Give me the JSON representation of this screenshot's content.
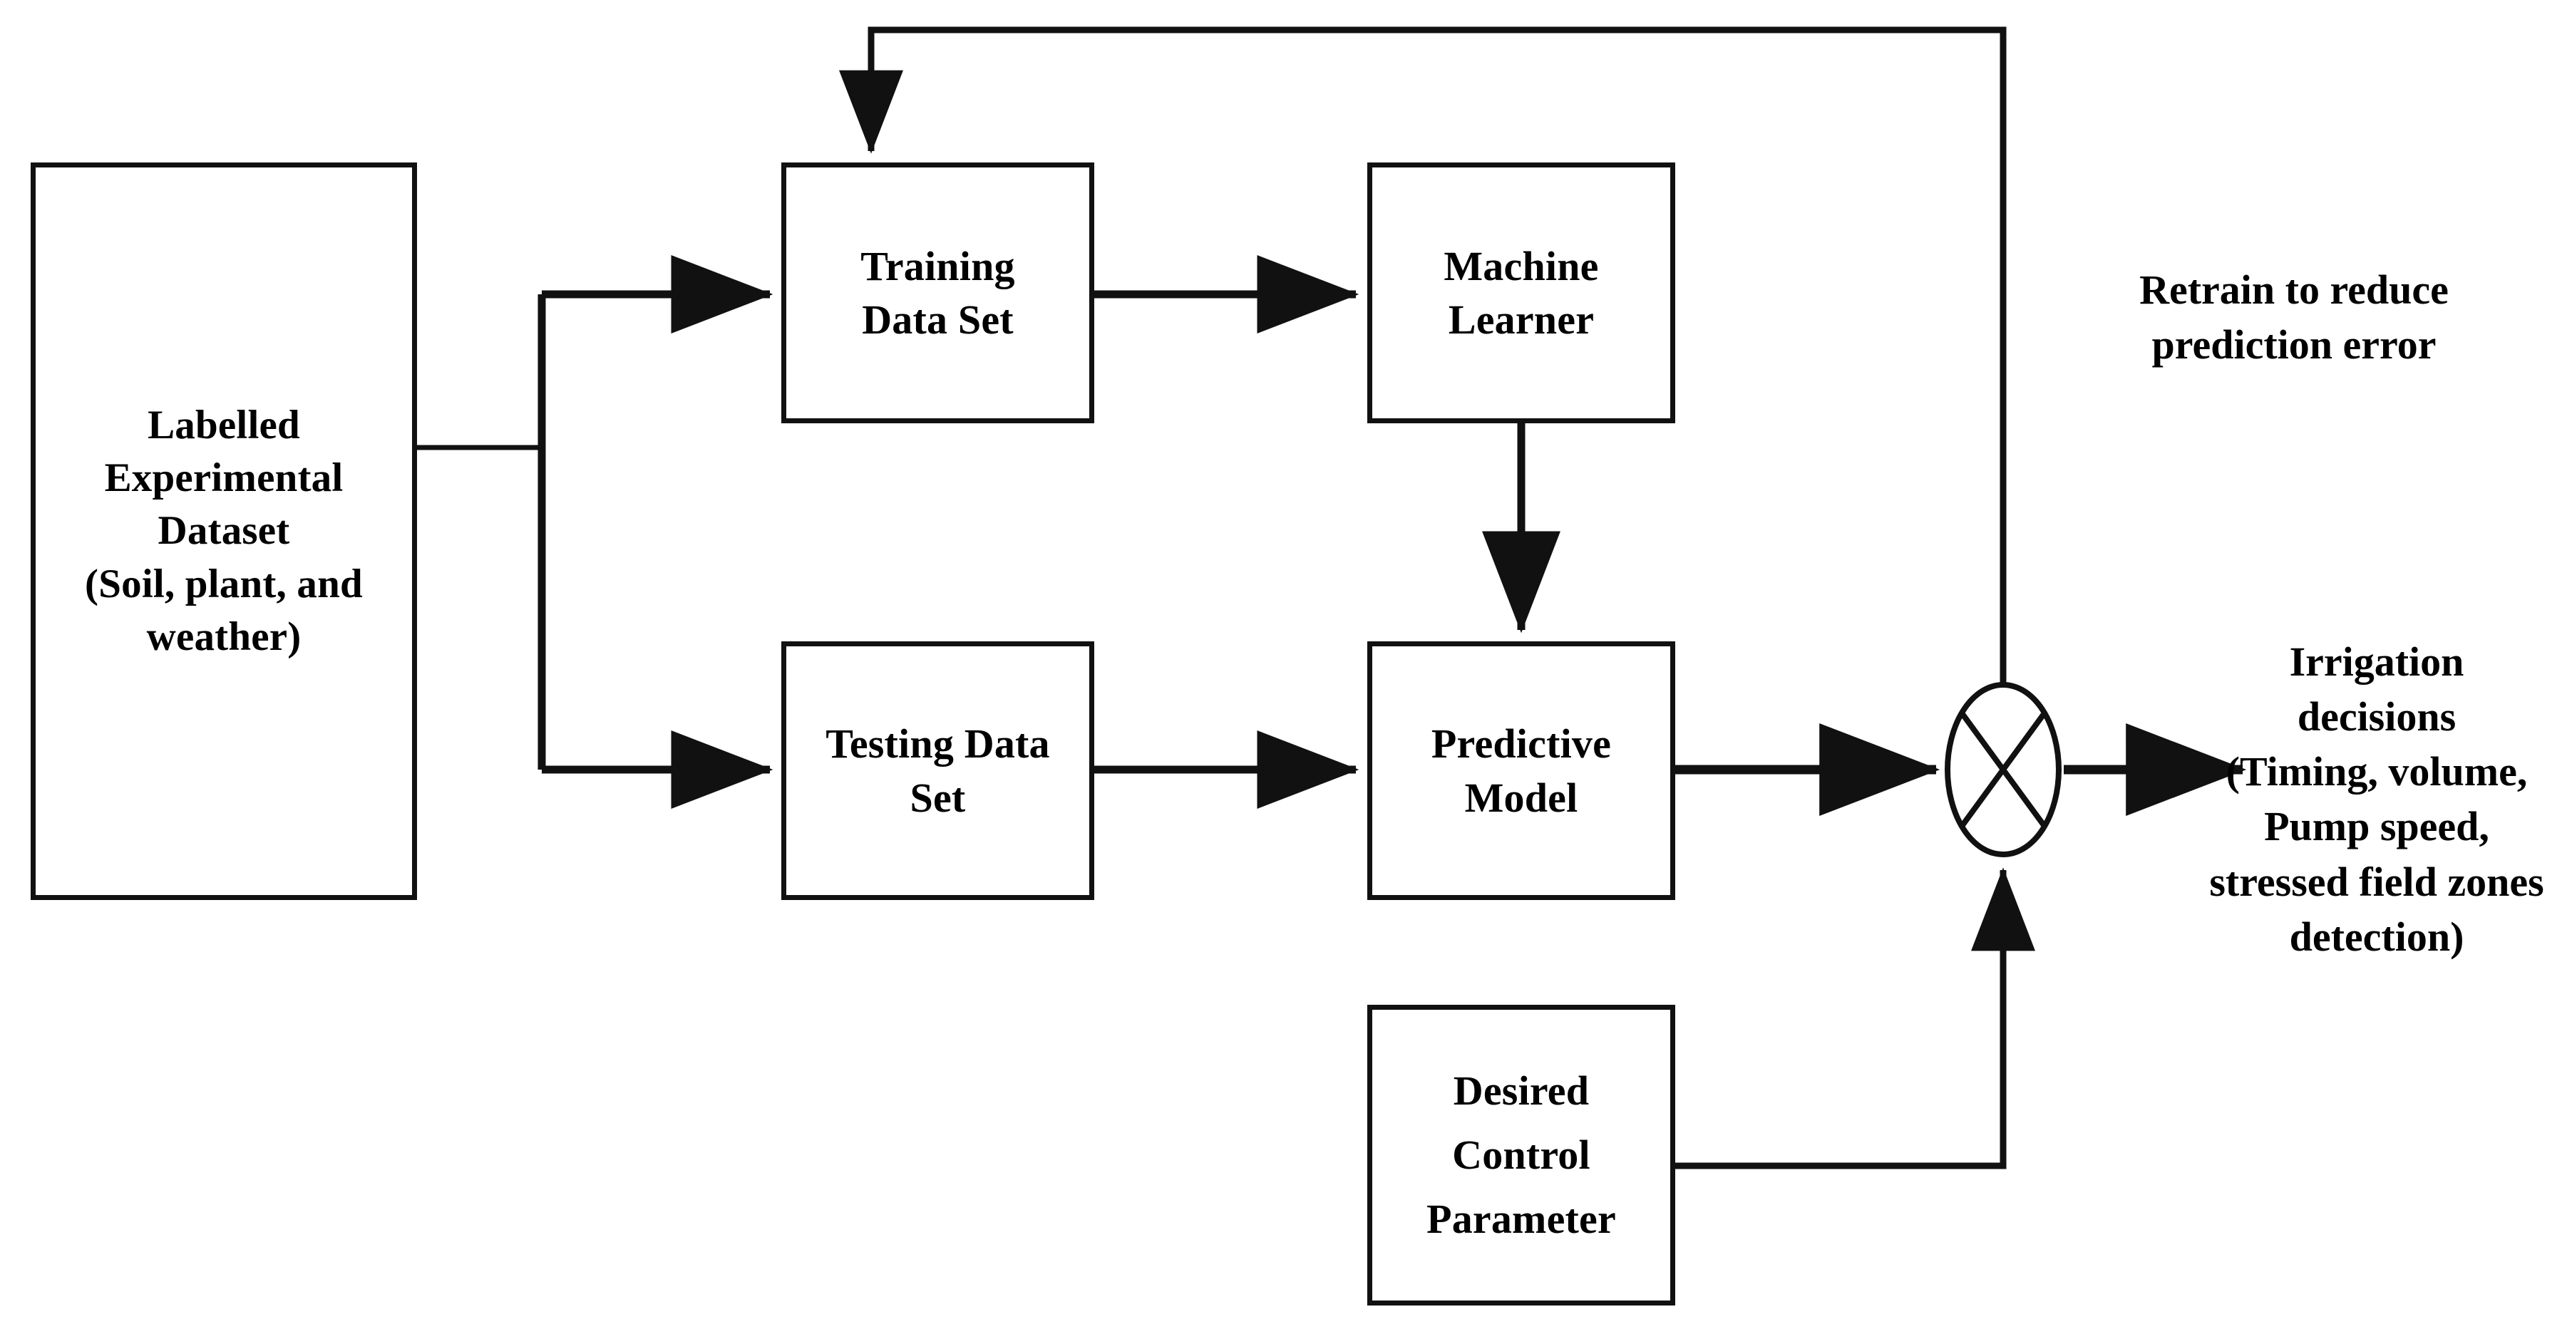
{
  "diagram": {
    "title": "Machine learning based irrigation decision block diagram",
    "stroke_color": "#111111",
    "background_color": "#ffffff",
    "nodes": [
      {
        "id": "dataset",
        "label": "Labelled\nExperimental\nDataset\n(Soil, plant, and\nweather)",
        "shape": "rectangle"
      },
      {
        "id": "training",
        "label": "Training\nData Set",
        "shape": "rectangle"
      },
      {
        "id": "testing",
        "label": "Testing Data\nSet",
        "shape": "rectangle"
      },
      {
        "id": "learner",
        "label": "Machine\nLearner",
        "shape": "rectangle"
      },
      {
        "id": "predictive",
        "label": "Predictive\nModel",
        "shape": "rectangle"
      },
      {
        "id": "control",
        "label": "Desired\nControl\nParameter",
        "shape": "rectangle"
      },
      {
        "id": "junction",
        "label": "",
        "shape": "ellipse-with-cross"
      }
    ],
    "annotations": [
      {
        "id": "retrain",
        "text": "Retrain to reduce\nprediction error"
      },
      {
        "id": "output",
        "text": "Irrigation\ndecisions\n(Timing, volume,\nPump speed,\nstressed field zones\ndetection)"
      }
    ],
    "edges": [
      {
        "from": "dataset",
        "to": "training",
        "arrow": true,
        "style": "elbow-up"
      },
      {
        "from": "dataset",
        "to": "testing",
        "arrow": true,
        "style": "elbow-down"
      },
      {
        "from": "training",
        "to": "learner",
        "arrow": true,
        "style": "straight"
      },
      {
        "from": "testing",
        "to": "predictive",
        "arrow": true,
        "style": "straight"
      },
      {
        "from": "learner",
        "to": "predictive",
        "arrow": true,
        "style": "vertical"
      },
      {
        "from": "predictive",
        "to": "junction",
        "arrow": true,
        "style": "straight"
      },
      {
        "from": "control",
        "to": "junction",
        "arrow": true,
        "style": "elbow-up"
      },
      {
        "from": "junction",
        "to": "output",
        "arrow": true,
        "style": "straight"
      },
      {
        "from": "junction",
        "to": "learner",
        "arrow": true,
        "style": "feedback-top",
        "label": "retrain"
      }
    ]
  }
}
